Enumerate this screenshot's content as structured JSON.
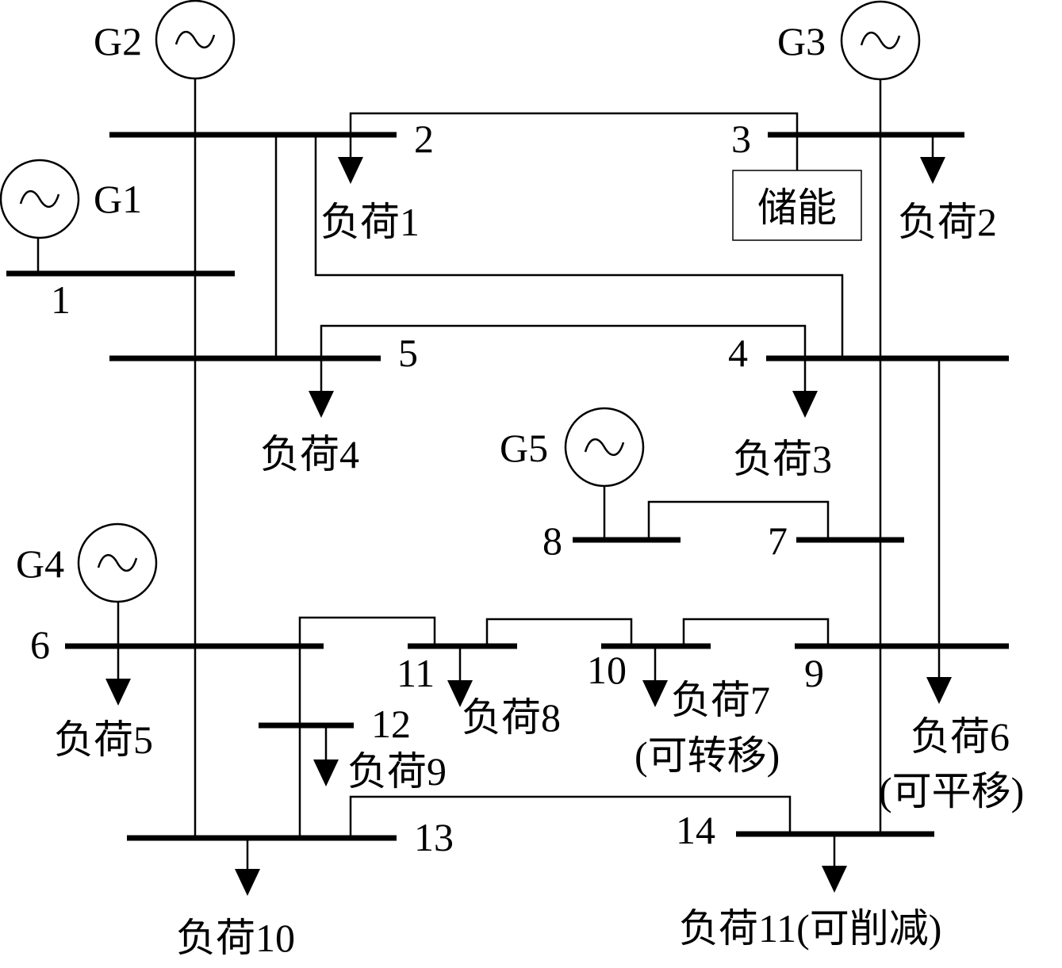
{
  "generators": {
    "g1": "G1",
    "g2": "G2",
    "g3": "G3",
    "g4": "G4",
    "g5": "G5"
  },
  "buses": {
    "b1": "1",
    "b2": "2",
    "b3": "3",
    "b4": "4",
    "b5": "5",
    "b6": "6",
    "b7": "7",
    "b8": "8",
    "b9": "9",
    "b10": "10",
    "b11": "11",
    "b12": "12",
    "b13": "13",
    "b14": "14"
  },
  "loads": {
    "l1": "负荷1",
    "l2": "负荷2",
    "l3": "负荷3",
    "l4": "负荷4",
    "l5": "负荷5",
    "l6": "负荷6",
    "l6_note": "(可平移)",
    "l7": "负荷7",
    "l7_note": "(可转移)",
    "l8": "负荷8",
    "l9": "负荷9",
    "l10": "负荷10",
    "l11": "负荷11(可削减)"
  },
  "storage": "储能"
}
